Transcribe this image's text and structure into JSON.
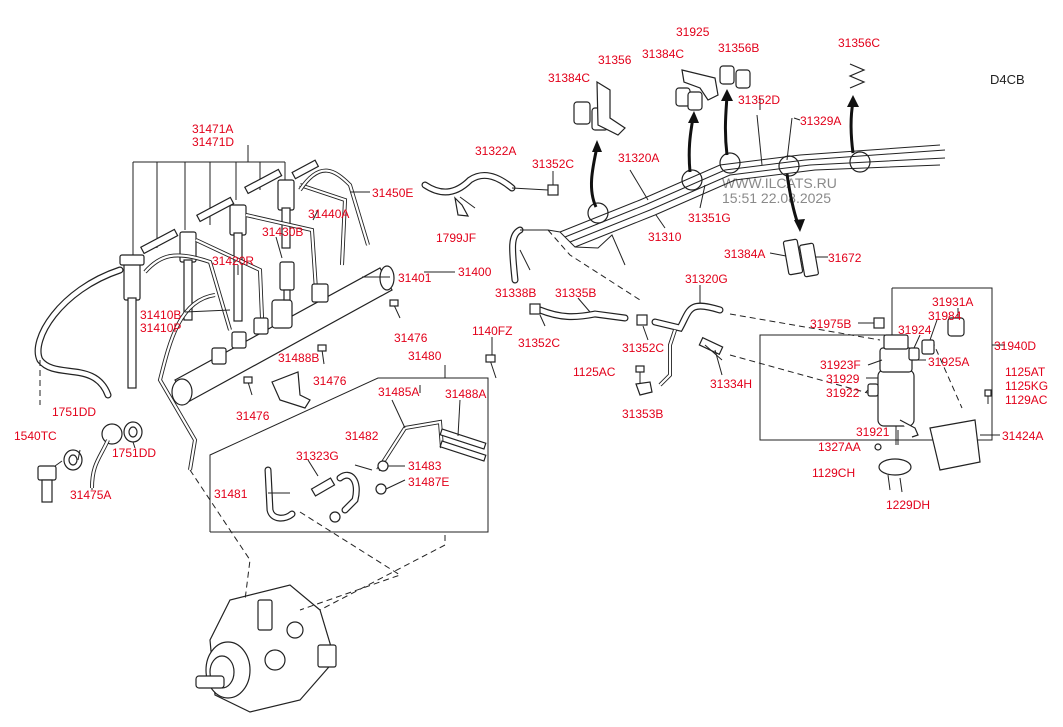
{
  "engine_code": "D4CB",
  "watermark": {
    "line1": "WWW.ILCATS.RU",
    "line2": "15:51 22.08.2025"
  },
  "part_labels": [
    {
      "id": "l-31471a",
      "text": "31471A"
    },
    {
      "id": "l-31471d",
      "text": "31471D"
    },
    {
      "id": "l-31450e",
      "text": "31450E"
    },
    {
      "id": "l-31440a",
      "text": "31440A"
    },
    {
      "id": "l-31430b",
      "text": "31430B"
    },
    {
      "id": "l-31420r",
      "text": "31420R"
    },
    {
      "id": "l-31401",
      "text": "31401"
    },
    {
      "id": "l-31400",
      "text": "31400"
    },
    {
      "id": "l-31410b",
      "text": "31410B"
    },
    {
      "id": "l-31410p",
      "text": "31410P"
    },
    {
      "id": "l-31476a",
      "text": "31476"
    },
    {
      "id": "l-31476b",
      "text": "31476"
    },
    {
      "id": "l-31476c",
      "text": "31476"
    },
    {
      "id": "l-31488b",
      "text": "31488B"
    },
    {
      "id": "l-31480",
      "text": "31480"
    },
    {
      "id": "l-1751dd-a",
      "text": "1751DD"
    },
    {
      "id": "l-1751dd-b",
      "text": "1751DD"
    },
    {
      "id": "l-1540tc",
      "text": "1540TC"
    },
    {
      "id": "l-31475a",
      "text": "31475A"
    },
    {
      "id": "l-31485a",
      "text": "31485A"
    },
    {
      "id": "l-31488a",
      "text": "31488A"
    },
    {
      "id": "l-31482",
      "text": "31482"
    },
    {
      "id": "l-31323g",
      "text": "31323G"
    },
    {
      "id": "l-31483",
      "text": "31483"
    },
    {
      "id": "l-31487e",
      "text": "31487E"
    },
    {
      "id": "l-31481",
      "text": "31481"
    },
    {
      "id": "l-1140fz",
      "text": "1140FZ"
    },
    {
      "id": "l-31322a",
      "text": "31322A"
    },
    {
      "id": "l-1799jf",
      "text": "1799JF"
    },
    {
      "id": "l-31352c-a",
      "text": "31352C"
    },
    {
      "id": "l-31320a",
      "text": "31320A"
    },
    {
      "id": "l-31351g",
      "text": "31351G"
    },
    {
      "id": "l-31310",
      "text": "31310"
    },
    {
      "id": "l-31338b",
      "text": "31338B"
    },
    {
      "id": "l-31335b",
      "text": "31335B"
    },
    {
      "id": "l-31352c-b",
      "text": "31352C"
    },
    {
      "id": "l-31352c-c",
      "text": "31352C"
    },
    {
      "id": "l-31320g",
      "text": "31320G"
    },
    {
      "id": "l-1125ac",
      "text": "1125AC"
    },
    {
      "id": "l-31353b",
      "text": "31353B"
    },
    {
      "id": "l-31334h",
      "text": "31334H"
    },
    {
      "id": "l-31356a",
      "text": "31356"
    },
    {
      "id": "l-31384c-a",
      "text": "31384C"
    },
    {
      "id": "l-31925",
      "text": "31925"
    },
    {
      "id": "l-31384c-b",
      "text": "31384C"
    },
    {
      "id": "l-31356b",
      "text": "31356B"
    },
    {
      "id": "l-31356c",
      "text": "31356C"
    },
    {
      "id": "l-31352d",
      "text": "31352D"
    },
    {
      "id": "l-31329a",
      "text": "31329A"
    },
    {
      "id": "l-31384a",
      "text": "31384A"
    },
    {
      "id": "l-31672",
      "text": "31672"
    },
    {
      "id": "l-31975b",
      "text": "31975B"
    },
    {
      "id": "l-31931a",
      "text": "31931A"
    },
    {
      "id": "l-31984",
      "text": "31984"
    },
    {
      "id": "l-31924",
      "text": "31924"
    },
    {
      "id": "l-31940d",
      "text": "31940D"
    },
    {
      "id": "l-31923f",
      "text": "31923F"
    },
    {
      "id": "l-31925a",
      "text": "31925A"
    },
    {
      "id": "l-31929",
      "text": "31929"
    },
    {
      "id": "l-31922",
      "text": "31922"
    },
    {
      "id": "l-1125at",
      "text": "1125AT"
    },
    {
      "id": "l-1125kg",
      "text": "1125KG"
    },
    {
      "id": "l-1129ac",
      "text": "1129AC"
    },
    {
      "id": "l-31921",
      "text": "31921"
    },
    {
      "id": "l-31424a",
      "text": "31424A"
    },
    {
      "id": "l-1327aa",
      "text": "1327AA"
    },
    {
      "id": "l-1129ch",
      "text": "1129CH"
    },
    {
      "id": "l-1229dh",
      "text": "1229DH"
    }
  ]
}
